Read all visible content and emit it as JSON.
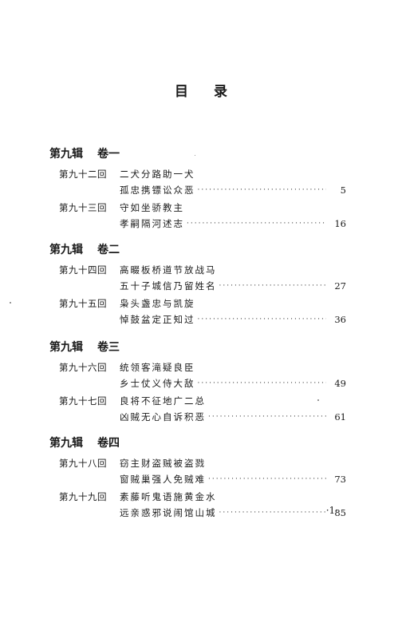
{
  "heading": "目录",
  "volumes": [
    {
      "series": "第九辑",
      "name": "卷一",
      "chapters": [
        {
          "number": "第九十二回",
          "line1": "二犬分路助一犬",
          "line2": "孤忠携镖讼众恶",
          "page": "5"
        },
        {
          "number": "第九十三回",
          "line1": "守如坐骄教主",
          "line2": "孝嗣隔河述志",
          "page": "16"
        }
      ]
    },
    {
      "series": "第九辑",
      "name": "卷二",
      "chapters": [
        {
          "number": "第九十四回",
          "line1": "高畷板桥道节放战马",
          "line2": "五十子城信乃留姓名",
          "page": "27"
        },
        {
          "number": "第九十五回",
          "line1": "枭头盏忠与凯旋",
          "line2": "悼鼓盆定正知过",
          "page": "36"
        }
      ]
    },
    {
      "series": "第九辑",
      "name": "卷三",
      "chapters": [
        {
          "number": "第九十六回",
          "line1": "统领客滝疑良臣",
          "line2": "乡士仗义侍大敌",
          "page": "49"
        },
        {
          "number": "第九十七回",
          "line1": "良将不征地广二总",
          "line2": "凶贼无心自诉积恶",
          "page": "61"
        }
      ]
    },
    {
      "series": "第九辑",
      "name": "卷四",
      "chapters": [
        {
          "number": "第九十八回",
          "line1": "窃主财盗贼被盗戮",
          "line2": "窗贼巢强人免贼难",
          "page": "73"
        },
        {
          "number": "第九十九回",
          "line1": "素藤听鬼语施黄金水",
          "line2": "远亲惑邪说闹馆山城",
          "page": "85"
        }
      ]
    }
  ],
  "folio": "·1·"
}
